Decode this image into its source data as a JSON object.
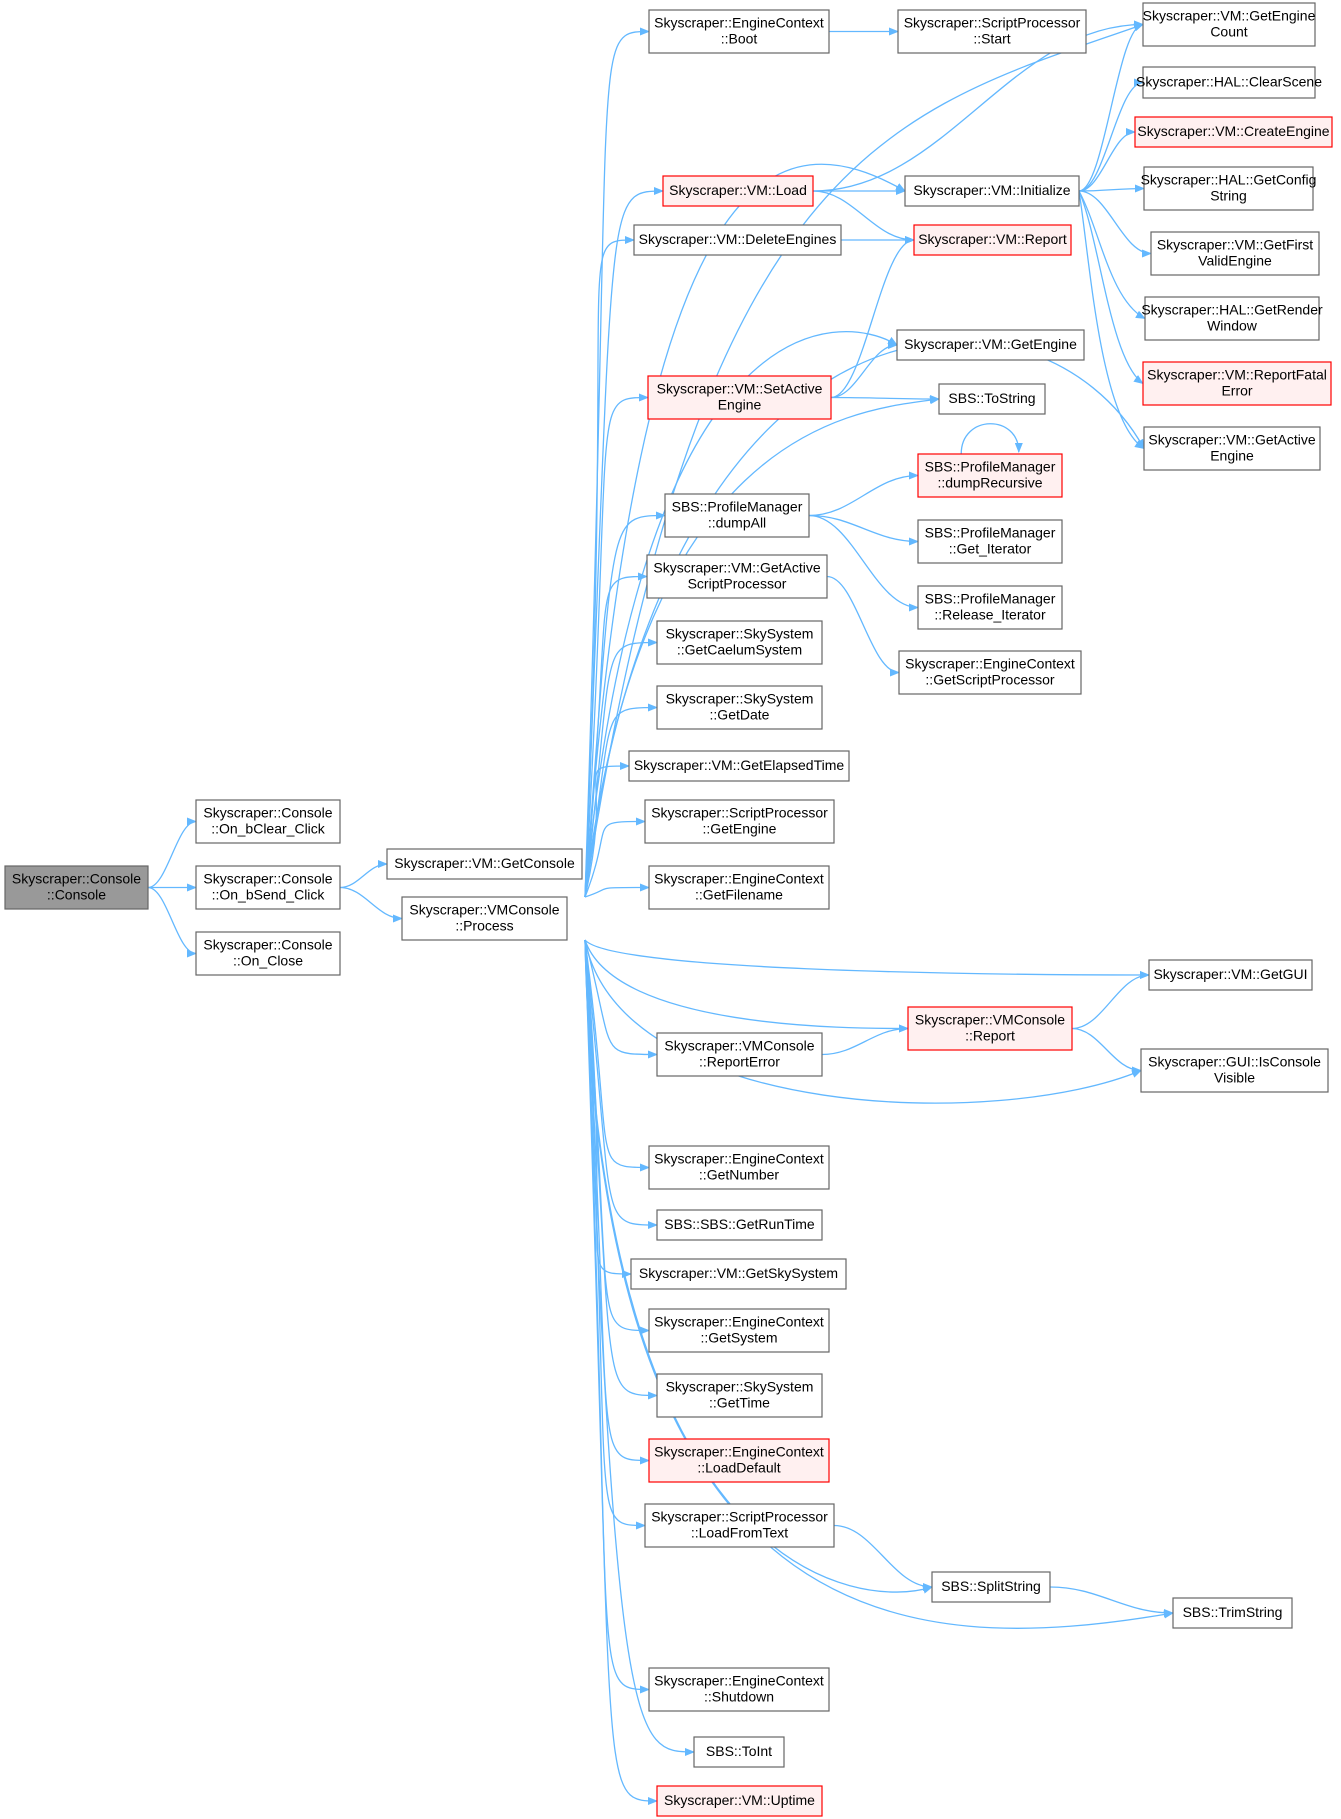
{
  "colors": {
    "edge": "#63b8ff",
    "box_stroke": "#666666",
    "box_fill": "#ffffff",
    "root_fill": "#999999",
    "root_stroke": "#666666",
    "partial_fill": "#fff0f0",
    "partial_stroke": "#ff0000"
  },
  "nodes": [
    {
      "id": "n0",
      "lines": [
        "Skyscraper::Console",
        "::Console"
      ],
      "style": "root"
    },
    {
      "id": "n1",
      "lines": [
        "Skyscraper::Console",
        "::On_bClear_Click"
      ],
      "style": "normal"
    },
    {
      "id": "n2",
      "lines": [
        "Skyscraper::Console",
        "::On_bSend_Click"
      ],
      "style": "normal"
    },
    {
      "id": "n3",
      "lines": [
        "Skyscraper::Console",
        "::On_Close"
      ],
      "style": "normal"
    },
    {
      "id": "n4",
      "lines": [
        "Skyscraper::VM::GetConsole"
      ],
      "style": "normal"
    },
    {
      "id": "n5",
      "lines": [
        "Skyscraper::VMConsole",
        "::Process"
      ],
      "style": "normal"
    },
    {
      "id": "n6",
      "lines": [
        "Skyscraper::EngineContext",
        "::Boot"
      ],
      "style": "normal"
    },
    {
      "id": "n7",
      "lines": [
        "Skyscraper::ScriptProcessor",
        "::Start"
      ],
      "style": "normal"
    },
    {
      "id": "n8",
      "lines": [
        "Skyscraper::VM::GetEngine",
        "Count"
      ],
      "style": "normal"
    },
    {
      "id": "n9",
      "lines": [
        "Skyscraper::HAL::ClearScene"
      ],
      "style": "normal"
    },
    {
      "id": "n10",
      "lines": [
        "Skyscraper::VM::CreateEngine"
      ],
      "style": "partial"
    },
    {
      "id": "n11",
      "lines": [
        "Skyscraper::HAL::GetConfig",
        "String"
      ],
      "style": "normal"
    },
    {
      "id": "n12",
      "lines": [
        "Skyscraper::VM::GetFirst",
        "ValidEngine"
      ],
      "style": "normal"
    },
    {
      "id": "n13",
      "lines": [
        "Skyscraper::HAL::GetRender",
        "Window"
      ],
      "style": "normal"
    },
    {
      "id": "n14",
      "lines": [
        "Skyscraper::VM::ReportFatal",
        "Error"
      ],
      "style": "partial"
    },
    {
      "id": "n15",
      "lines": [
        "Skyscraper::VM::GetActive",
        "Engine"
      ],
      "style": "normal"
    },
    {
      "id": "n16",
      "lines": [
        "Skyscraper::VM::Load"
      ],
      "style": "partial"
    },
    {
      "id": "n17",
      "lines": [
        "Skyscraper::VM::Initialize"
      ],
      "style": "normal"
    },
    {
      "id": "n18",
      "lines": [
        "Skyscraper::VM::DeleteEngines"
      ],
      "style": "normal"
    },
    {
      "id": "n19",
      "lines": [
        "Skyscraper::VM::Report"
      ],
      "style": "partial"
    },
    {
      "id": "n20",
      "lines": [
        "Skyscraper::VM::GetEngine"
      ],
      "style": "normal"
    },
    {
      "id": "n21",
      "lines": [
        "Skyscraper::VM::SetActive",
        "Engine"
      ],
      "style": "partial"
    },
    {
      "id": "n22",
      "lines": [
        "SBS::ToString"
      ],
      "style": "normal"
    },
    {
      "id": "n23",
      "lines": [
        "SBS::ProfileManager",
        "::dumpRecursive"
      ],
      "style": "partial"
    },
    {
      "id": "n24",
      "lines": [
        "SBS::ProfileManager",
        "::dumpAll"
      ],
      "style": "normal"
    },
    {
      "id": "n25",
      "lines": [
        "SBS::ProfileManager",
        "::Get_Iterator"
      ],
      "style": "normal"
    },
    {
      "id": "n26",
      "lines": [
        "Skyscraper::VM::GetActive",
        "ScriptProcessor"
      ],
      "style": "normal"
    },
    {
      "id": "n27",
      "lines": [
        "SBS::ProfileManager",
        "::Release_Iterator"
      ],
      "style": "normal"
    },
    {
      "id": "n28",
      "lines": [
        "Skyscraper::SkySystem",
        "::GetCaelumSystem"
      ],
      "style": "normal"
    },
    {
      "id": "n29",
      "lines": [
        "Skyscraper::EngineContext",
        "::GetScriptProcessor"
      ],
      "style": "normal"
    },
    {
      "id": "n30",
      "lines": [
        "Skyscraper::SkySystem",
        "::GetDate"
      ],
      "style": "normal"
    },
    {
      "id": "n31",
      "lines": [
        "Skyscraper::VM::GetElapsedTime"
      ],
      "style": "normal"
    },
    {
      "id": "n32",
      "lines": [
        "Skyscraper::ScriptProcessor",
        "::GetEngine"
      ],
      "style": "normal"
    },
    {
      "id": "n33",
      "lines": [
        "Skyscraper::EngineContext",
        "::GetFilename"
      ],
      "style": "normal"
    },
    {
      "id": "n34",
      "lines": [
        "Skyscraper::VM::GetGUI"
      ],
      "style": "normal"
    },
    {
      "id": "n35",
      "lines": [
        "Skyscraper::VMConsole",
        "::Report"
      ],
      "style": "partial"
    },
    {
      "id": "n36",
      "lines": [
        "Skyscraper::VMConsole",
        "::ReportError"
      ],
      "style": "normal"
    },
    {
      "id": "n37",
      "lines": [
        "Skyscraper::GUI::IsConsole",
        "Visible"
      ],
      "style": "normal"
    },
    {
      "id": "n38",
      "lines": [
        "Skyscraper::EngineContext",
        "::GetNumber"
      ],
      "style": "normal"
    },
    {
      "id": "n39",
      "lines": [
        "SBS::SBS::GetRunTime"
      ],
      "style": "normal"
    },
    {
      "id": "n40",
      "lines": [
        "Skyscraper::VM::GetSkySystem"
      ],
      "style": "normal"
    },
    {
      "id": "n41",
      "lines": [
        "Skyscraper::EngineContext",
        "::GetSystem"
      ],
      "style": "normal"
    },
    {
      "id": "n42",
      "lines": [
        "Skyscraper::SkySystem",
        "::GetTime"
      ],
      "style": "normal"
    },
    {
      "id": "n43",
      "lines": [
        "Skyscraper::EngineContext",
        "::LoadDefault"
      ],
      "style": "partial"
    },
    {
      "id": "n44",
      "lines": [
        "Skyscraper::ScriptProcessor",
        "::LoadFromText"
      ],
      "style": "normal"
    },
    {
      "id": "n45",
      "lines": [
        "SBS::SplitString"
      ],
      "style": "normal"
    },
    {
      "id": "n46",
      "lines": [
        "SBS::TrimString"
      ],
      "style": "normal"
    },
    {
      "id": "n47",
      "lines": [
        "Skyscraper::EngineContext",
        "::Shutdown"
      ],
      "style": "normal"
    },
    {
      "id": "n48",
      "lines": [
        "SBS::ToInt"
      ],
      "style": "normal"
    },
    {
      "id": "n49",
      "lines": [
        "Skyscraper::VM::Uptime"
      ],
      "style": "partial"
    }
  ],
  "edges": [
    [
      "n0",
      "n1"
    ],
    [
      "n0",
      "n2"
    ],
    [
      "n0",
      "n3"
    ],
    [
      "n2",
      "n4"
    ],
    [
      "n2",
      "n5"
    ],
    [
      "n5",
      "n6"
    ],
    [
      "n5",
      "n16"
    ],
    [
      "n5",
      "n18"
    ],
    [
      "n5",
      "n21"
    ],
    [
      "n5",
      "n24"
    ],
    [
      "n5",
      "n26"
    ],
    [
      "n5",
      "n28"
    ],
    [
      "n5",
      "n30"
    ],
    [
      "n5",
      "n31"
    ],
    [
      "n5",
      "n32"
    ],
    [
      "n5",
      "n33"
    ],
    [
      "n5",
      "n36"
    ],
    [
      "n5",
      "n38"
    ],
    [
      "n5",
      "n39"
    ],
    [
      "n5",
      "n40"
    ],
    [
      "n5",
      "n41"
    ],
    [
      "n5",
      "n42"
    ],
    [
      "n5",
      "n43"
    ],
    [
      "n5",
      "n44"
    ],
    [
      "n5",
      "n47"
    ],
    [
      "n5",
      "n48"
    ],
    [
      "n5",
      "n49"
    ],
    [
      "n5",
      "n8"
    ],
    [
      "n5",
      "n17"
    ],
    [
      "n5",
      "n20"
    ],
    [
      "n5",
      "n22"
    ],
    [
      "n5",
      "n15"
    ],
    [
      "n5",
      "n34"
    ],
    [
      "n5",
      "n35"
    ],
    [
      "n5",
      "n37"
    ],
    [
      "n5",
      "n45"
    ],
    [
      "n5",
      "n46"
    ],
    [
      "n6",
      "n7"
    ],
    [
      "n16",
      "n17"
    ],
    [
      "n16",
      "n19"
    ],
    [
      "n16",
      "n8"
    ],
    [
      "n17",
      "n8"
    ],
    [
      "n17",
      "n9"
    ],
    [
      "n17",
      "n10"
    ],
    [
      "n17",
      "n11"
    ],
    [
      "n17",
      "n12"
    ],
    [
      "n17",
      "n13"
    ],
    [
      "n17",
      "n14"
    ],
    [
      "n17",
      "n15"
    ],
    [
      "n18",
      "n19"
    ],
    [
      "n21",
      "n20"
    ],
    [
      "n21",
      "n22"
    ],
    [
      "n21",
      "n19"
    ],
    [
      "n24",
      "n23"
    ],
    [
      "n24",
      "n25"
    ],
    [
      "n24",
      "n27"
    ],
    [
      "n23",
      "n23"
    ],
    [
      "n26",
      "n29"
    ],
    [
      "n35",
      "n34"
    ],
    [
      "n35",
      "n37"
    ],
    [
      "n36",
      "n35"
    ],
    [
      "n44",
      "n45"
    ],
    [
      "n45",
      "n46"
    ]
  ]
}
